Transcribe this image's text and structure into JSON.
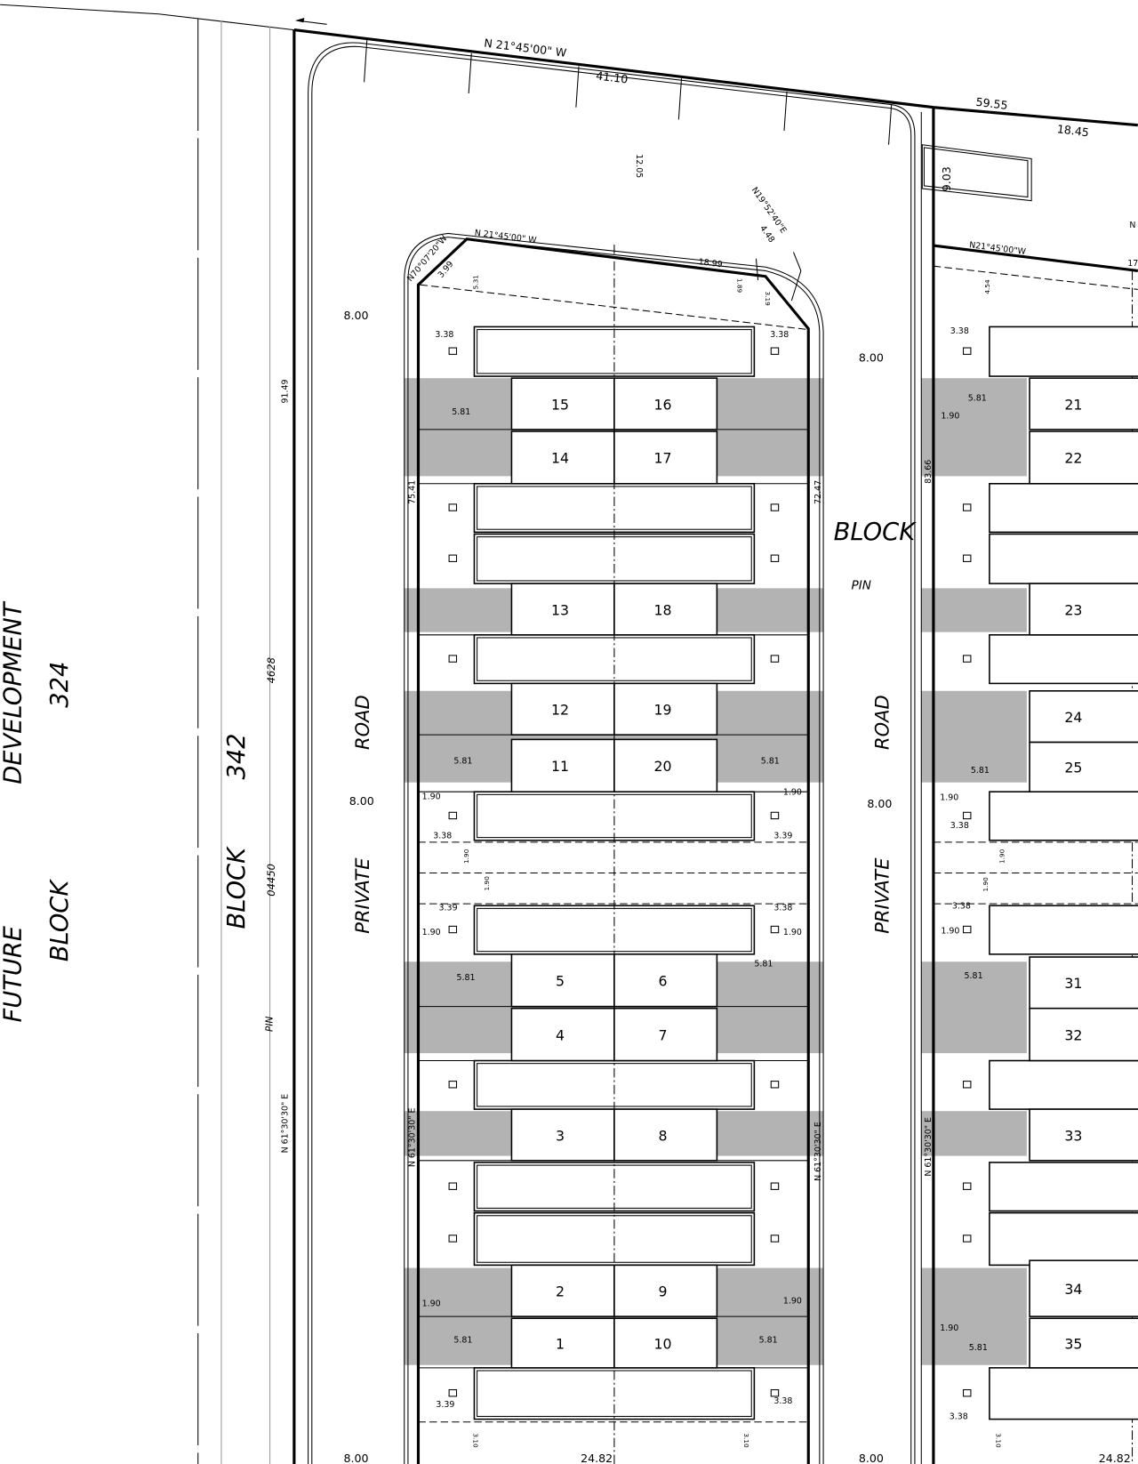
{
  "colors": {
    "shading": "#b3b3b3",
    "lines": "#000000",
    "background": "#ffffff"
  },
  "labels": {
    "bearing_top": "N 21°45'00\" W",
    "dist_top": "41.10",
    "dist_59": "59.55",
    "dist_18_45": "18.45",
    "dist_12_05": "12.05",
    "dist_9_03": "9.03",
    "bearing_ne": "N19°52'40\"E",
    "dist_4_48": "4.48",
    "bearing_nw": "N70°07'20\"W",
    "dist_3_99": "3.99",
    "bearing_block": "N 21°45'00\" W",
    "dist_18_99": "18.99",
    "dist_5_31": "5.31",
    "dist_1_89": "1.89",
    "dist_3_19": "3.19",
    "bearing_right": "N21°45'00\"W",
    "dist_4_54": "4.54",
    "edge_n": "N",
    "edge_17": "17",
    "road_w1": "8.00",
    "road_w2": "8.00",
    "road_w3": "8.00",
    "road_w4": "8.00",
    "road_w5": "8.00",
    "road_w6": "8.00",
    "dist_91_49": "91.49",
    "dist_75_41": "75.41",
    "dist_72_47": "72.47",
    "dist_83_66": "83.66",
    "block": "BLOCK",
    "pin": "PIN",
    "road_l": "ROAD",
    "private_l": "PRIVATE",
    "road_r": "ROAD",
    "private_r": "PRIVATE",
    "future": "FUTURE",
    "future_block": "BLOCK",
    "development": "DEVELOPMENT",
    "dev_num": "324",
    "block_342_label": "BLOCK",
    "block_342_num": "342",
    "pin_a": "04450",
    "pin_b": "4628",
    "pin_left": "PIN",
    "bearing_e1": "N 61°30'30\" E",
    "bearing_e2": "N 61°30'30\" E",
    "bearing_e3": "N 61°30'30\" E",
    "bearing_e4": "N 61°30'30\" E",
    "dist_24_82_l": "24.82",
    "dist_24_82_r": "24.82"
  },
  "dims": [
    "3.38",
    "3.38",
    "5.81",
    "5.81",
    "5.81",
    "1.90",
    "1.90",
    "3.38",
    "3.39",
    "1.90",
    "1.90",
    "3.39",
    "3.38",
    "1.90",
    "1.90",
    "5.81",
    "5.81",
    "1.90",
    "1.90",
    "5.81",
    "5.81",
    "3.39",
    "3.38",
    "3.10",
    "3.10",
    "3.38",
    "5.81",
    "1.90",
    "5.81",
    "1.90",
    "3.38",
    "1.90",
    "1.90",
    "3.38",
    "1.90",
    "5.81",
    "1.90",
    "5.81",
    "3.38",
    "3.10"
  ],
  "lots": {
    "left_pairs": [
      [
        "15",
        "16"
      ],
      [
        "14",
        "17"
      ],
      [
        "13",
        "18"
      ],
      [
        "12",
        "19"
      ],
      [
        "11",
        "20"
      ],
      [
        "5",
        "6"
      ],
      [
        "4",
        "7"
      ],
      [
        "3",
        "8"
      ],
      [
        "2",
        "9"
      ],
      [
        "1",
        "10"
      ]
    ],
    "right": [
      "21",
      "22",
      "23",
      "24",
      "25",
      "31",
      "32",
      "33",
      "34",
      "35"
    ]
  }
}
